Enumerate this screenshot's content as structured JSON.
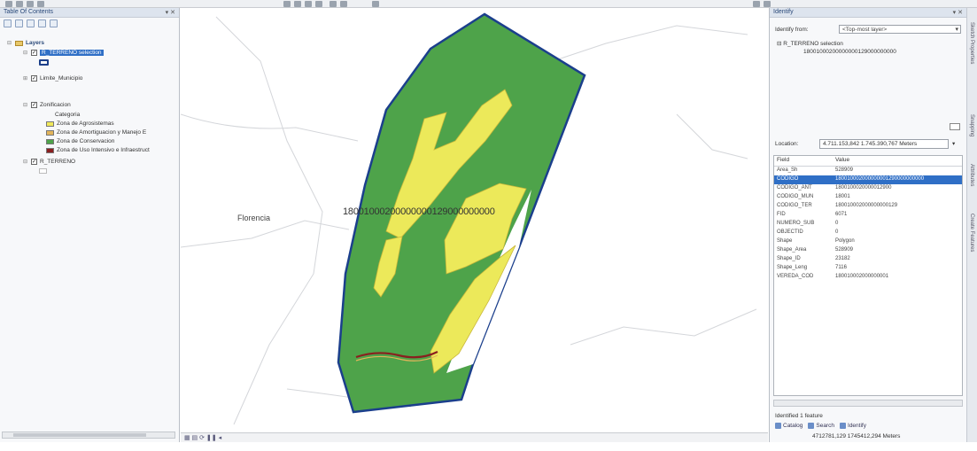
{
  "toc": {
    "title": "Table Of Contents",
    "root_label": "Layers",
    "layers": [
      {
        "label": "R_TERRENO selection",
        "checked": true,
        "selected": true
      },
      {
        "label": "Limite_Municipio",
        "checked": true
      },
      {
        "label": "Zonificacion",
        "checked": true
      },
      {
        "label": "R_TERRENO",
        "checked": true
      }
    ],
    "legend_heading": "Categoria",
    "legend": [
      {
        "label": "Zona de Agrosistemas",
        "color": "#f0e85a"
      },
      {
        "label": "Zona de Amortiguacion y Manejo E",
        "color": "#e2b45a"
      },
      {
        "label": "Zona de Conservacion",
        "color": "#4ea34a"
      },
      {
        "label": "Zona de Uso Intensivo e Infraestruct",
        "color": "#8a1f1f"
      }
    ]
  },
  "map": {
    "town_label": "Florencia",
    "parcel_label": "18001000200000000129000000000",
    "colors": {
      "conservation": "#4ea34a",
      "agro": "#ece95a",
      "outline": "#1b3f8c"
    }
  },
  "identify": {
    "title": "Identify",
    "from_label": "Identify from:",
    "from_value": "<Top-most layer>",
    "tree_root": "R_TERRENO selection",
    "tree_child": "18001000200000000129000000000",
    "location_label": "Location:",
    "location_value": "4.711.153,842  1.745.390,767 Meters",
    "columns": {
      "field": "Field",
      "value": "Value"
    },
    "rows": [
      {
        "field": "Area_Sh",
        "value": "528909"
      },
      {
        "field": "CODIGO",
        "value": "180010002000000001290000000000"
      },
      {
        "field": "CODIGO_ANT",
        "value": "1800100020000012900"
      },
      {
        "field": "CODIGO_MUN",
        "value": "18001"
      },
      {
        "field": "CODIGO_TER",
        "value": "180010002000000000129"
      },
      {
        "field": "FID",
        "value": "6071"
      },
      {
        "field": "NUMERO_SUB",
        "value": "0"
      },
      {
        "field": "OBJECTID",
        "value": "0"
      },
      {
        "field": "Shape",
        "value": "Polygon"
      },
      {
        "field": "Shape_Area",
        "value": "528909"
      },
      {
        "field": "Shape_ID",
        "value": "23182"
      },
      {
        "field": "Shape_Leng",
        "value": "7116"
      },
      {
        "field": "VEREDA_COD",
        "value": "180010002000000001"
      }
    ],
    "status": "Identified 1 feature",
    "tabs": [
      "Catalog",
      "Search",
      "Identify"
    ],
    "coords": "4712781,129  1745412,294 Meters",
    "side_tabs": [
      "Create Features",
      "Attributes",
      "Snapping",
      "Sketch Properties"
    ]
  }
}
